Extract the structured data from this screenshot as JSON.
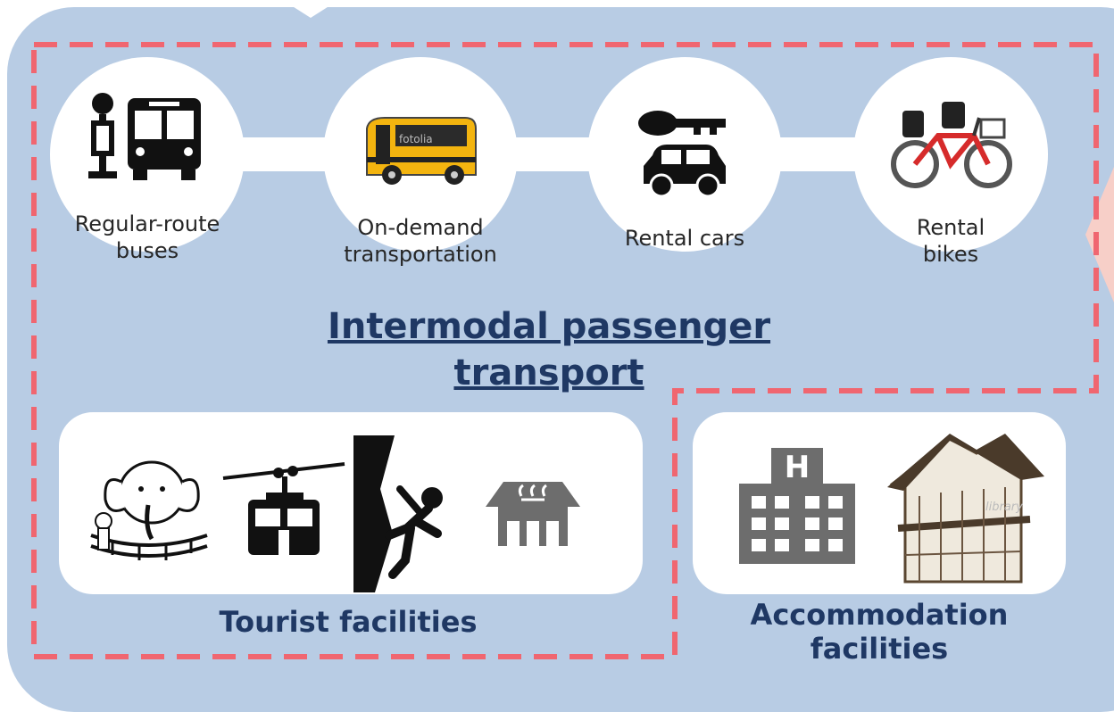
{
  "transport_modes": [
    {
      "label_line1": "Regular-route",
      "label_line2": "buses",
      "icon": "bus-stop-icon"
    },
    {
      "label_line1": "On-demand",
      "label_line2": "transportation",
      "icon": "minibus-icon",
      "watermark": "fotolia"
    },
    {
      "label_line1": "Rental cars",
      "label_line2": "",
      "icon": "car-key-icon"
    },
    {
      "label_line1": "Rental",
      "label_line2": "bikes",
      "icon": "bicycle-icon"
    }
  ],
  "title_line1": "Intermodal passenger",
  "title_line2": "transport",
  "tourist": {
    "title": "Tourist facilities",
    "icons": [
      "elephant-zoo-icon",
      "ropeway-gondola-icon",
      "rock-climbing-icon",
      "hot-spring-icon"
    ]
  },
  "accommodation": {
    "title_line1": "Accommodation",
    "title_line2": "facilities",
    "icons": [
      "hotel-building-icon",
      "ryokan-inn-icon"
    ],
    "watermark": "library"
  },
  "colors": {
    "panel": "#b8cce4",
    "dash": "#f06670",
    "title": "#1f3864",
    "icon_dark": "#111111",
    "icon_gray": "#6d6d6d"
  }
}
